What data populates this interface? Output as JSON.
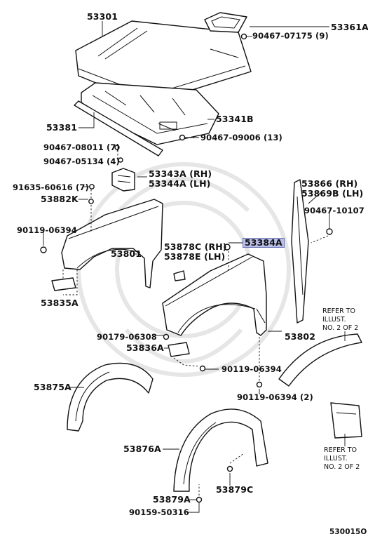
{
  "labels": {
    "p53301": "53301",
    "p53361a": "53361A",
    "p90467_07175": "90467-07175 (9)",
    "p53341b": "53341B",
    "p53381": "53381",
    "p90467_09006": "90467-09006 (13)",
    "p90467_08011": "90467-08011 (7)",
    "p90467_05134": "90467-05134 (4)",
    "p53343a": "53343A (RH)",
    "p53344a": "53344A (LH)",
    "p91635_60616": "91635-60616 (7)",
    "p53882k": "53882K",
    "p53866": "53866 (RH)",
    "p53869b": "53869B (LH)",
    "p90467_10107": "90467-10107",
    "p90119_06394_a": "90119-06394",
    "p53801": "53801",
    "p53878c": "53878C (RH)",
    "p53878e": "53878E (LH)",
    "p53384a": "53384A",
    "p53835a": "53835A",
    "p90179_06308": "90179-06308",
    "p53802": "53802",
    "p53836a": "53836A",
    "p90119_06394_b": "90119-06394",
    "p53875a": "53875A",
    "p90119_06394_c": "90119-06394 (2)",
    "p53876a": "53876A",
    "p53879c": "53879C",
    "p53879a": "53879A",
    "p90159_50316": "90159-50316",
    "ref_1_line1": "REFER TO",
    "ref_1_line2": "ILLUST.",
    "ref_1_line3": "NO. 2 OF 2",
    "ref_2_line1": "REFER TO",
    "ref_2_line2": "ILLUST.",
    "ref_2_line3": "NO. 2 OF 2",
    "figure_code": "530015O"
  },
  "colors": {
    "highlight": "#b9bfe6",
    "ink": "#111111"
  }
}
